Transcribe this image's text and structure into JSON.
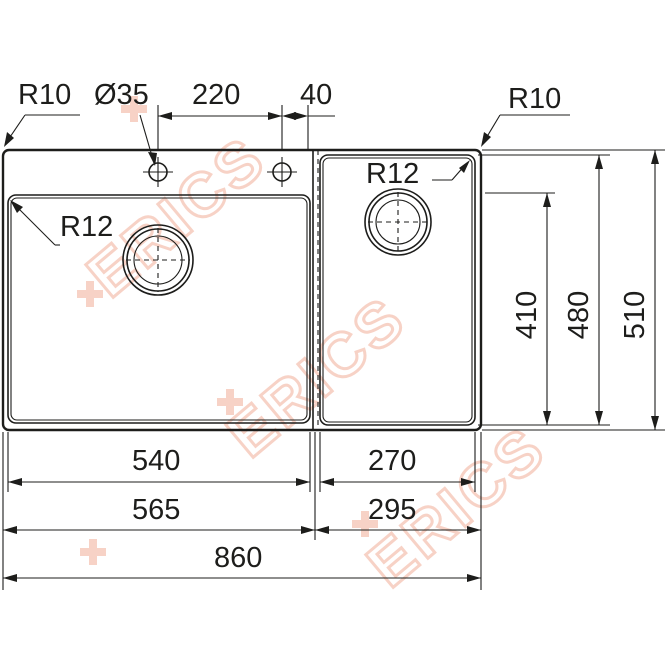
{
  "labels": {
    "corner_radius_left": "R10",
    "hole_diameter": "Ø35",
    "hole_spacing": "220",
    "hole_offset": "40",
    "corner_radius_right": "R10",
    "inner_radius_left": "R12",
    "inner_radius_right": "R12",
    "width_left_bowl": "540",
    "width_right_bowl": "270",
    "width_left_section": "565",
    "width_right_section": "295",
    "width_total": "860",
    "height_right_bowl": "410",
    "height_bowls": "480",
    "height_total": "510"
  },
  "watermark": {
    "text": "ERICS",
    "color": "#f7d2c6"
  },
  "colors": {
    "line": "#1d1d1b",
    "background": "#ffffff"
  }
}
